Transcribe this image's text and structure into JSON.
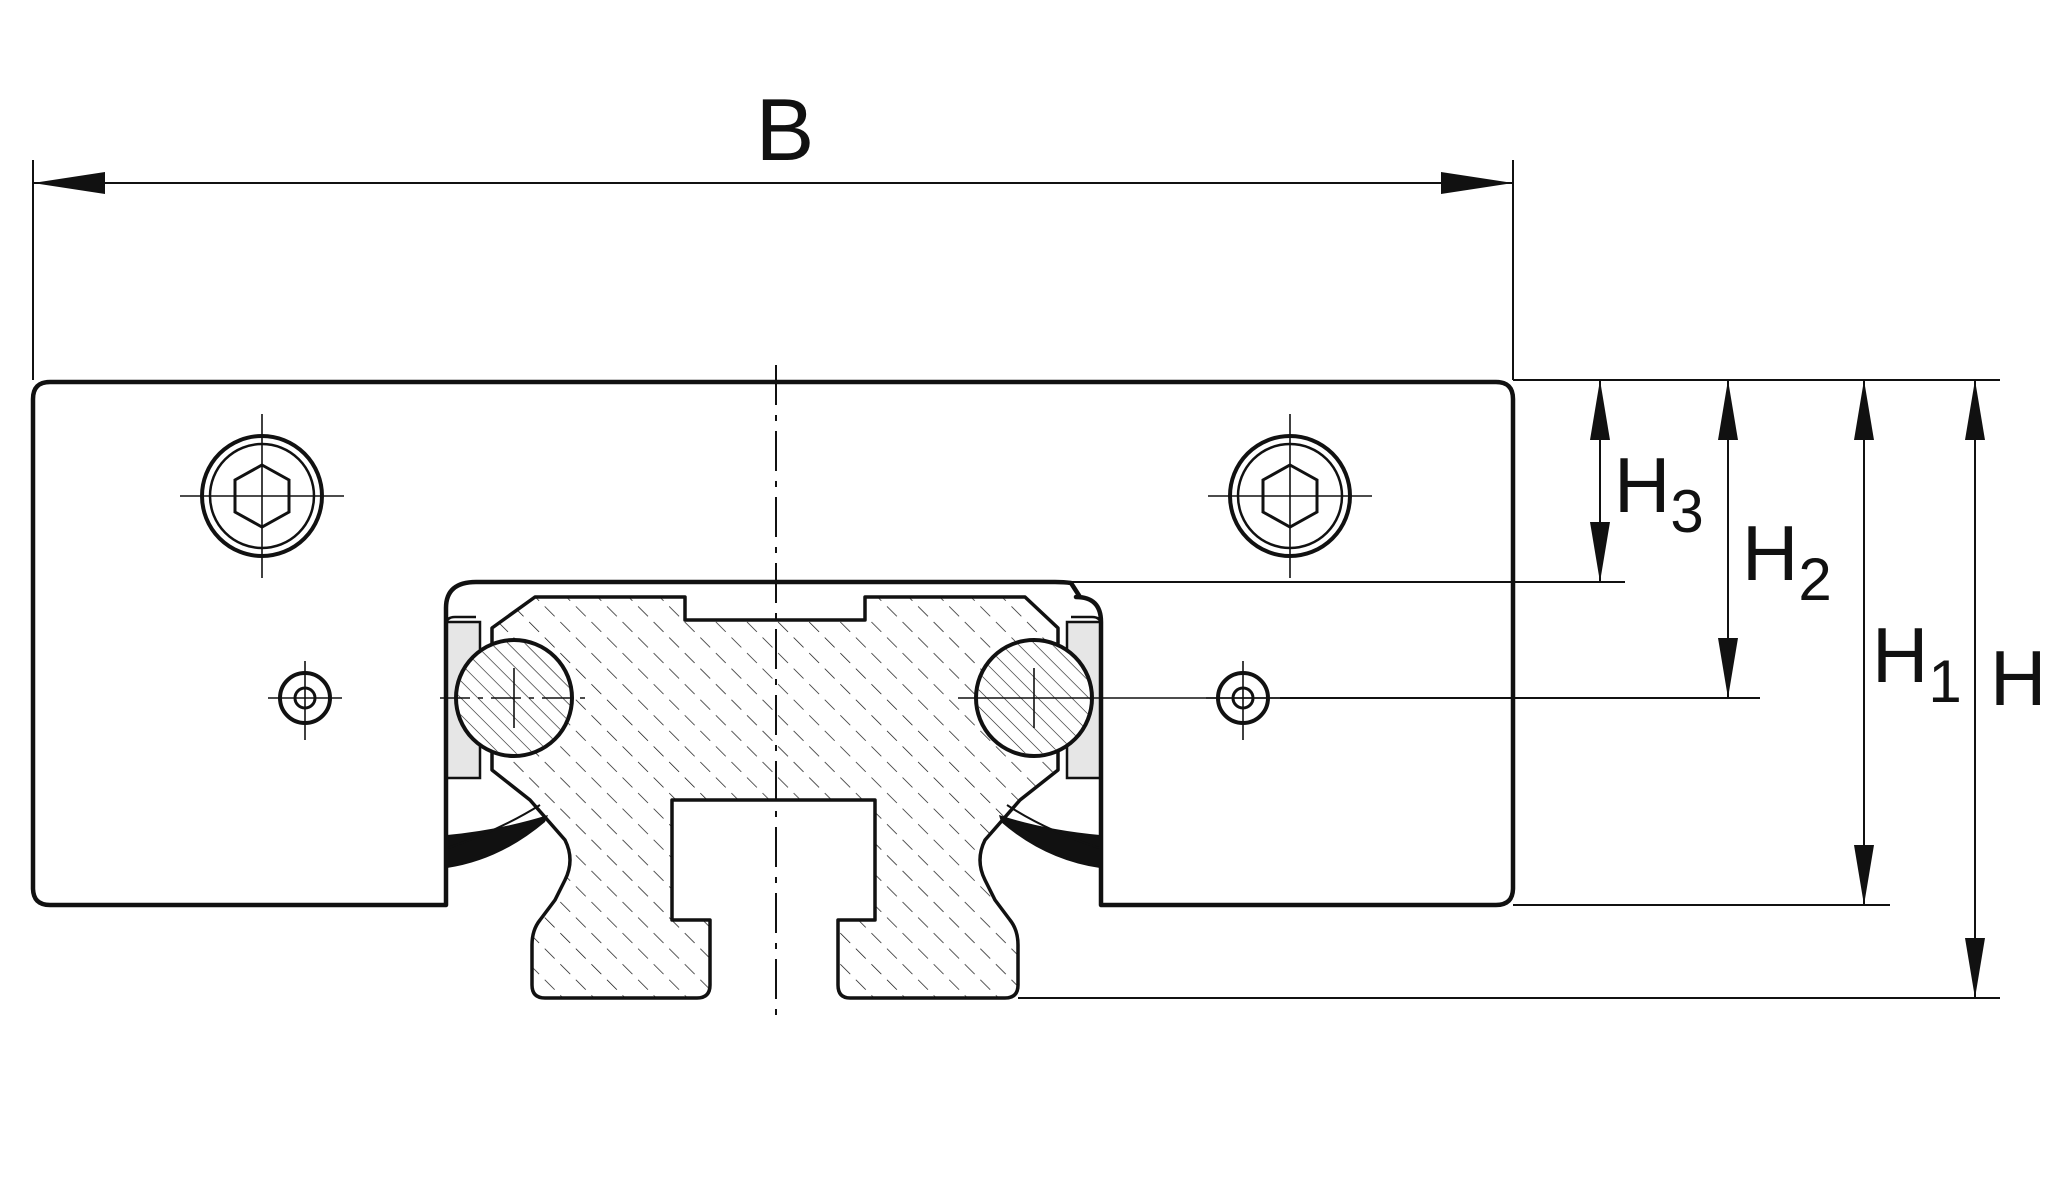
{
  "dimensions": {
    "width": "B",
    "height_total": "H",
    "height_h1": "H",
    "height_h1_sub": "1",
    "height_h2": "H",
    "height_h2_sub": "2",
    "height_h3": "H",
    "height_h3_sub": "3"
  },
  "colors": {
    "line": "#111111",
    "background": "#ffffff",
    "seal_fill": "#e6e6e6"
  }
}
